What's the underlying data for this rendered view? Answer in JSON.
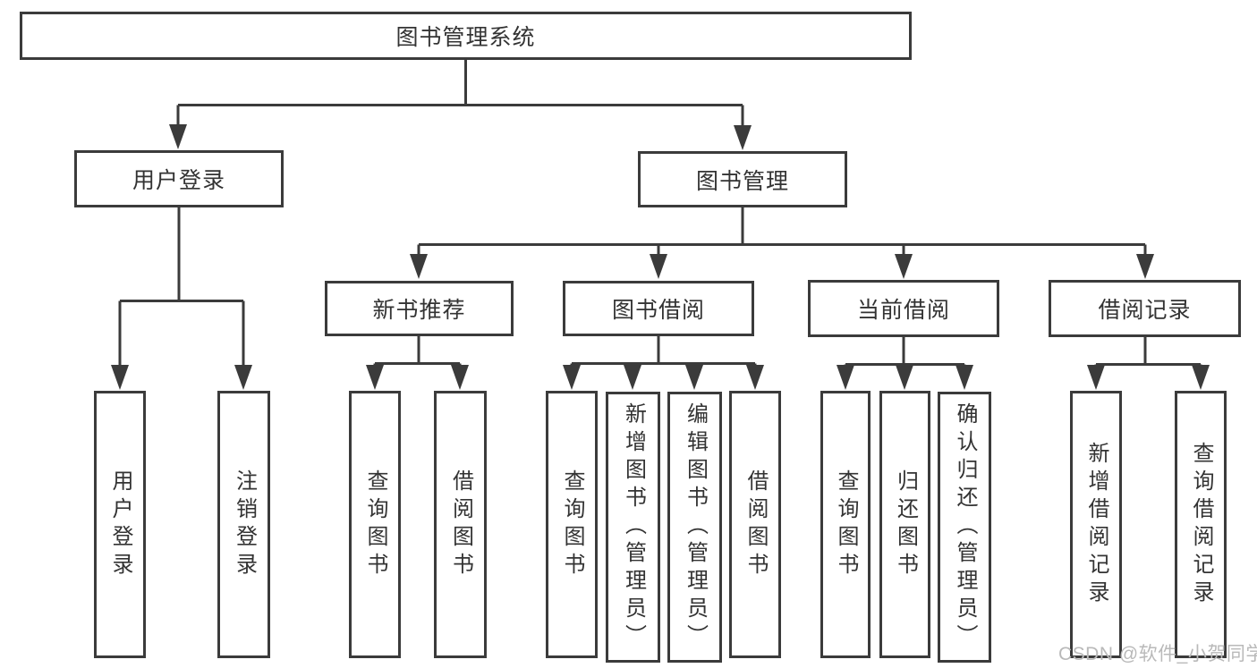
{
  "tree": {
    "root": "图书管理系统",
    "user_login": {
      "label": "用户登录",
      "children": [
        "用户登录",
        "注销登录"
      ]
    },
    "book_mgmt": {
      "label": "图书管理",
      "groups": [
        {
          "label": "新书推荐",
          "children": [
            "查询图书",
            "借阅图书"
          ]
        },
        {
          "label": "图书借阅",
          "children": [
            "查询图书",
            "新增图书（管理员）",
            "编辑图书（管理员）",
            "借阅图书"
          ]
        },
        {
          "label": "当前借阅",
          "children": [
            "查询图书",
            "归还图书",
            "确认归还（管理员）"
          ]
        },
        {
          "label": "借阅记录",
          "children": [
            "新增借阅记录",
            "查询借阅记录"
          ]
        }
      ]
    }
  },
  "watermark": "CSDN @软件_小贺同学",
  "colors": {
    "line": "#3b3b3b",
    "text": "#333333",
    "watermark": "#b9b9b9",
    "background": "#ffffff"
  }
}
